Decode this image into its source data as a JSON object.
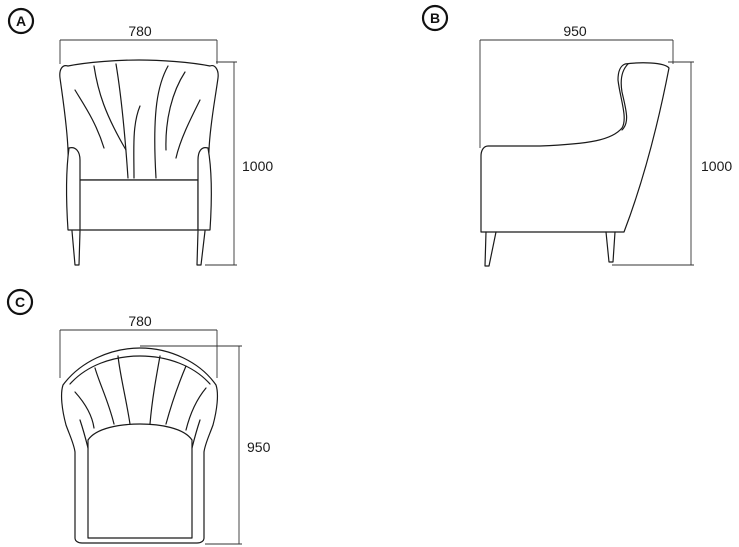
{
  "views": [
    {
      "label": "A",
      "width_dimension": "780",
      "height_dimension": "1000"
    },
    {
      "label": "B",
      "width_dimension": "950",
      "height_dimension": "1000"
    },
    {
      "label": "C",
      "width_dimension": "780",
      "height_dimension": "950"
    }
  ]
}
